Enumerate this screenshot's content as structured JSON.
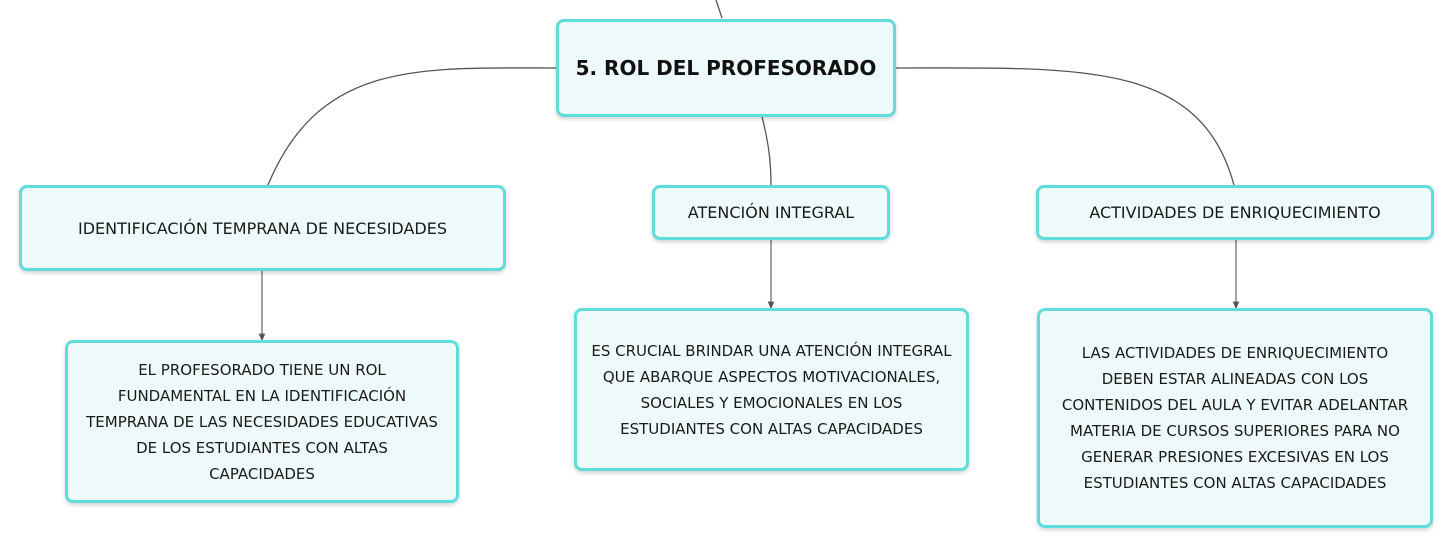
{
  "root": {
    "label": "5. ROL DEL PROFESORADO"
  },
  "topics": [
    {
      "label": "IDENTIFICACIÓN TEMPRANA DE NECESIDADES"
    },
    {
      "label": "ATENCIÓN INTEGRAL"
    },
    {
      "label": "ACTIVIDADES DE ENRIQUECIMIENTO"
    }
  ],
  "details": [
    {
      "label": "EL PROFESORADO TIENE UN ROL FUNDAMENTAL EN LA IDENTIFICACIÓN TEMPRANA DE LAS NECESIDADES EDUCATIVAS DE LOS ESTUDIANTES CON ALTAS CAPACIDADES"
    },
    {
      "label": "ES CRUCIAL BRINDAR UNA ATENCIÓN INTEGRAL QUE ABARQUE ASPECTOS MOTIVACIONALES, SOCIALES Y EMOCIONALES EN LOS ESTUDIANTES CON ALTAS CAPACIDADES"
    },
    {
      "label": "LAS ACTIVIDADES DE ENRIQUECIMIENTO DEBEN ESTAR ALINEADAS CON LOS CONTENIDOS DEL AULA Y EVITAR ADELANTAR MATERIA DE CURSOS SUPERIORES PARA NO GENERAR PRESIONES EXCESIVAS EN LOS ESTUDIANTES CON ALTAS CAPACIDADES"
    }
  ],
  "colors": {
    "node_border": "#5fdcdc",
    "node_fill": "#eefafa",
    "connector": "#555555"
  }
}
